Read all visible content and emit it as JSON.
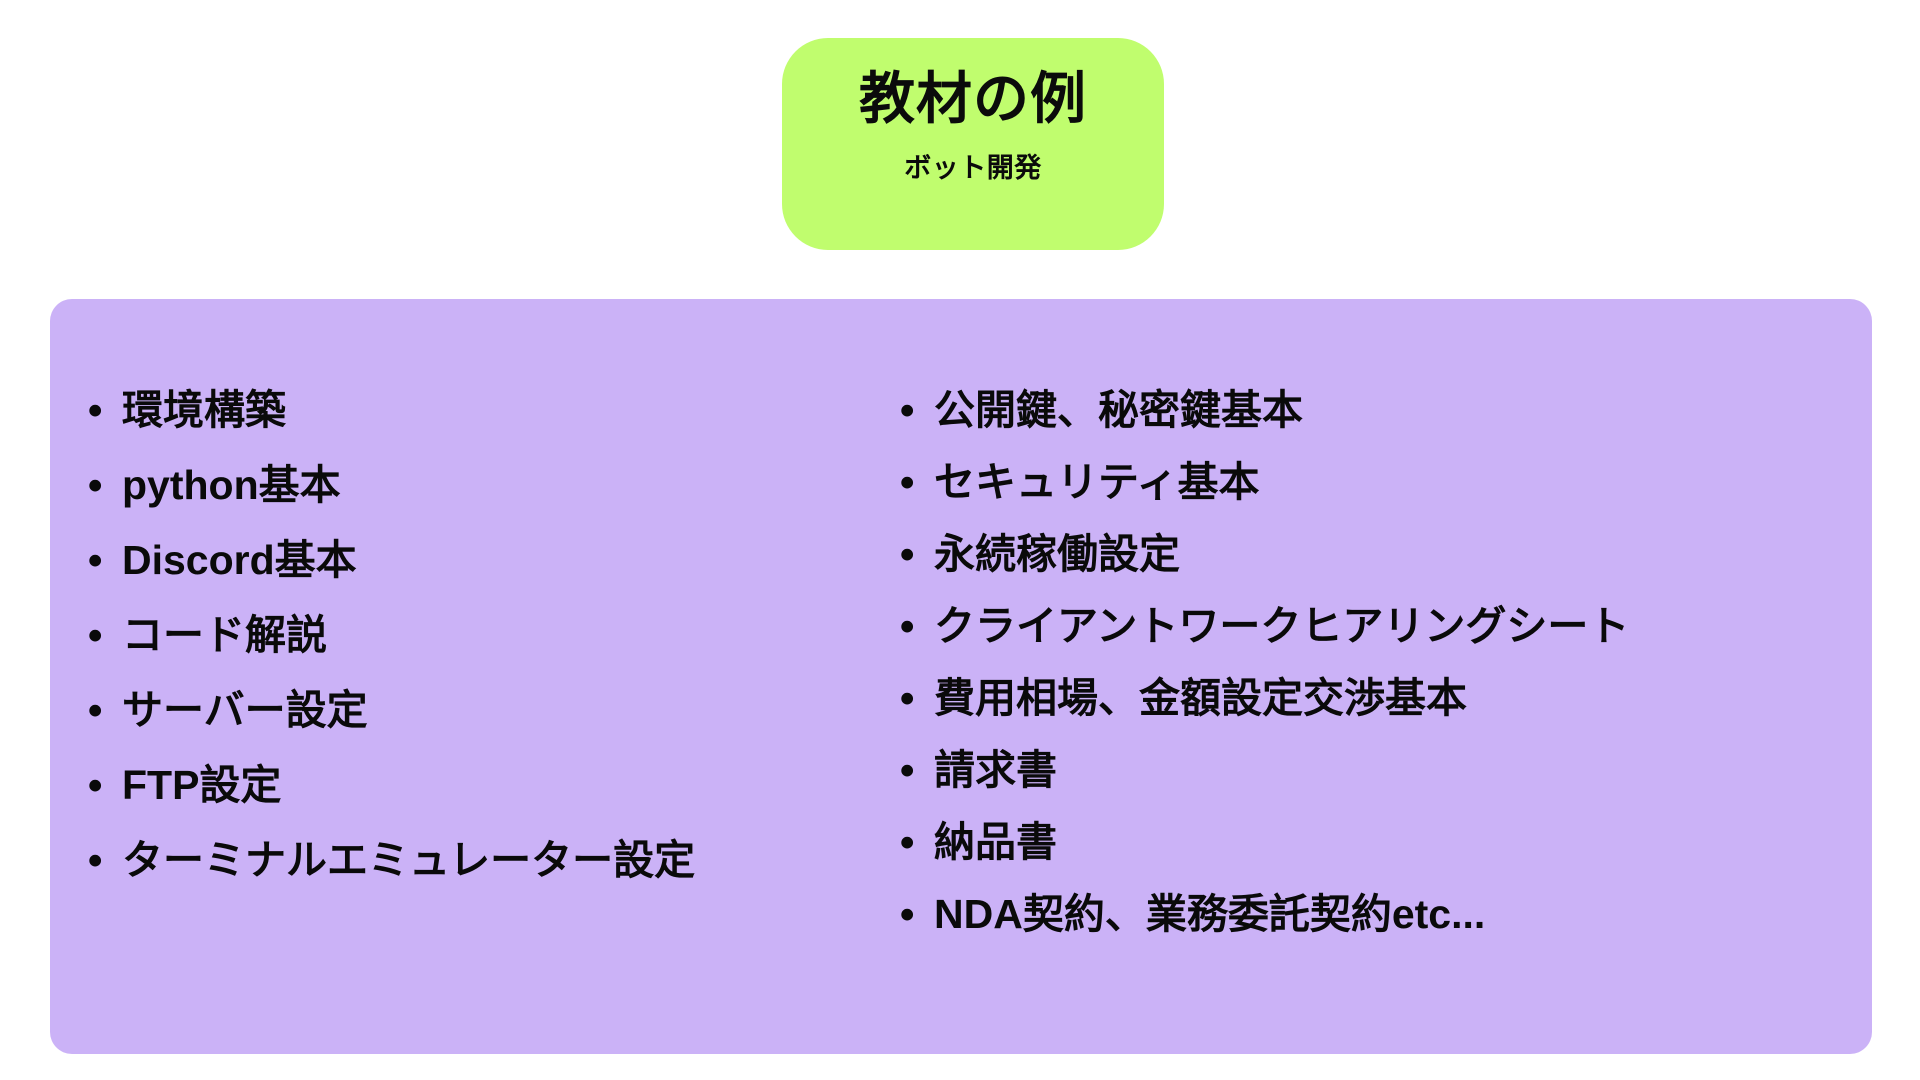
{
  "header": {
    "title": "教材の例",
    "subtitle": "ボット開発",
    "background_color": "#c0fd6e",
    "text_color": "#0b0b0b"
  },
  "panel": {
    "background_color": "#cbb2f7",
    "bullet_glyph": "•",
    "columns": [
      {
        "name": "left",
        "items": [
          "環境構築",
          "python基本",
          "Discord基本",
          "コード解説",
          "サーバー設定",
          "FTP設定",
          "ターミナルエミュレーター設定"
        ]
      },
      {
        "name": "right",
        "items": [
          "公開鍵、秘密鍵基本",
          "セキュリティ基本",
          "永続稼働設定",
          "クライアントワークヒアリングシート",
          "費用相場、金額設定交渉基本",
          "請求書",
          "納品書",
          "NDA契約、業務委託契約etc..."
        ]
      }
    ]
  }
}
